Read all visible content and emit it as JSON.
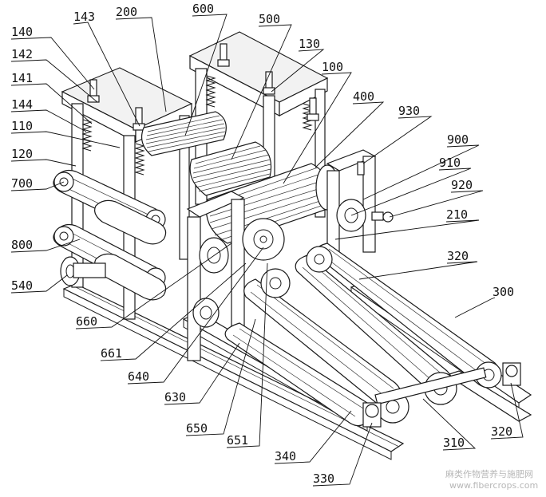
{
  "labels": {
    "l140": "140",
    "l143": "143",
    "l200": "200",
    "l600": "600",
    "l500": "500",
    "l130": "130",
    "l142": "142",
    "l141": "141",
    "l100": "100",
    "l400": "400",
    "l144": "144",
    "l930": "930",
    "l110": "110",
    "l900": "900",
    "l120": "120",
    "l910": "910",
    "l700": "700",
    "l920": "920",
    "l210": "210",
    "l800": "800",
    "l320a": "320",
    "l540": "540",
    "l300": "300",
    "l660": "660",
    "l661": "661",
    "l640": "640",
    "l630": "630",
    "l650": "650",
    "l651": "651",
    "l310": "310",
    "l320b": "320",
    "l340": "340",
    "l330": "330"
  },
  "watermark": {
    "line1": "麻类作物营养与施肥网",
    "line2": "www.fibercrops.com"
  },
  "colors": {
    "ink": "#1a1a1a",
    "watermark": "#b7b7b7",
    "background": "#ffffff"
  }
}
